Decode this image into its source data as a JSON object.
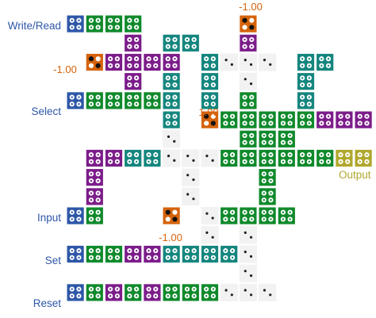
{
  "colors": {
    "blue": "#2e57a8",
    "green": "#108a2c",
    "purple": "#7c1d8a",
    "teal": "#15867e",
    "orange": "#d5630c",
    "olive": "#b0a82e",
    "wire": "#f2f2f2",
    "label_blue": "#2e57a8",
    "label_orange": "#d5630c",
    "label_olive": "#b0a82e"
  },
  "labels": {
    "write_read": "Write/Read",
    "select": "Select",
    "input": "Input",
    "set": "Set",
    "reset": "Reset",
    "output": "Output"
  },
  "values": {
    "top": "-1.00",
    "left": "-1.00",
    "middle": "1.00",
    "bottom": "-1.00"
  },
  "block_legend": {
    "blue": "input tile",
    "green": "tile",
    "purple": "tile",
    "teal": "tile",
    "orange": "seed tile",
    "olive": "output tile",
    "wire": "empty cell"
  }
}
